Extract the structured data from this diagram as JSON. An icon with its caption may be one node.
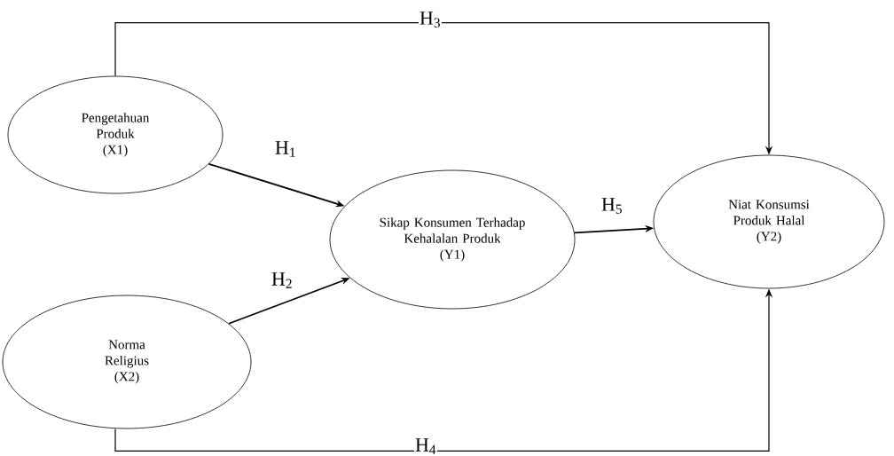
{
  "diagram": {
    "nodes": [
      {
        "text": [
          "Pengetahuan Produk",
          "(X1)"
        ]
      },
      {
        "text": [
          "Norma Religius",
          "(X2)"
        ]
      },
      {
        "text": [
          "Sikap Konsumen Terhadap Kehalalan Produk",
          "(Y1)"
        ]
      },
      {
        "text": [
          "Niat Konsumsi Produk Halal",
          "(Y2)"
        ]
      }
    ],
    "edges": [
      {
        "from": 0,
        "to": 2,
        "arrow": "to",
        "label": "H$_{1}$"
      },
      {
        "from": 1,
        "to": 2,
        "arrow": "to",
        "label": "H$_{2}$"
      },
      {
        "from": 0,
        "to": 3,
        "arrow": "to",
        "label": "H$_{3}$"
      },
      {
        "from": 1,
        "to": 3,
        "arrow": "to",
        "label": "H$_{4}$"
      },
      {
        "from": 2,
        "to": 3,
        "arrow": "to",
        "label": "H$_{5}$"
      }
    ]
  }
}
